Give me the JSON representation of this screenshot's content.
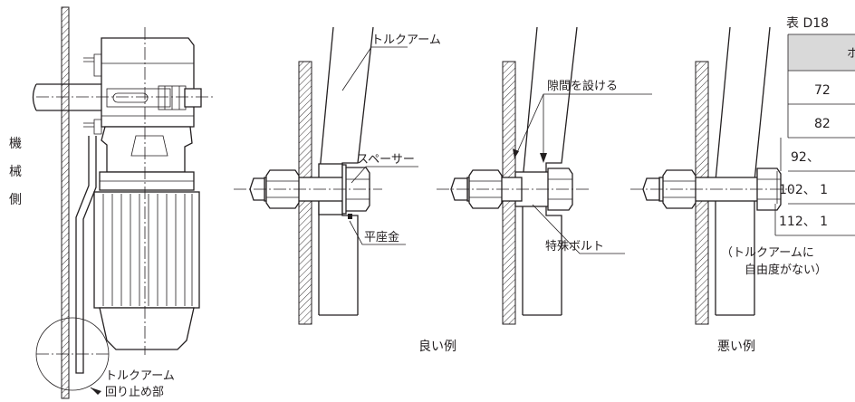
{
  "table": {
    "title_fragment": "表 D18",
    "header_fragment": "ホ",
    "rows": [
      "72",
      "82",
      "92、",
      "102、 1",
      "112、 1"
    ],
    "colors": {
      "header_fill": "#d9d9d9",
      "line": "#231f20"
    }
  },
  "labels": {
    "machine_side_1": "機",
    "machine_side_2": "械",
    "machine_side_3": "側",
    "torque_arm_stop_1": "トルクアーム",
    "torque_arm_stop_2": "回り止め部",
    "torque_arm": "トルクアーム",
    "spacer": "スペーサー",
    "flat_washer": "平座金",
    "gap": "隙間を設ける",
    "special_bolt": "特殊ボルト",
    "no_freedom_1": "（トルクアームに",
    "no_freedom_2": "自由度がない）",
    "good_example": "良い例",
    "bad_example": "悪い例"
  }
}
